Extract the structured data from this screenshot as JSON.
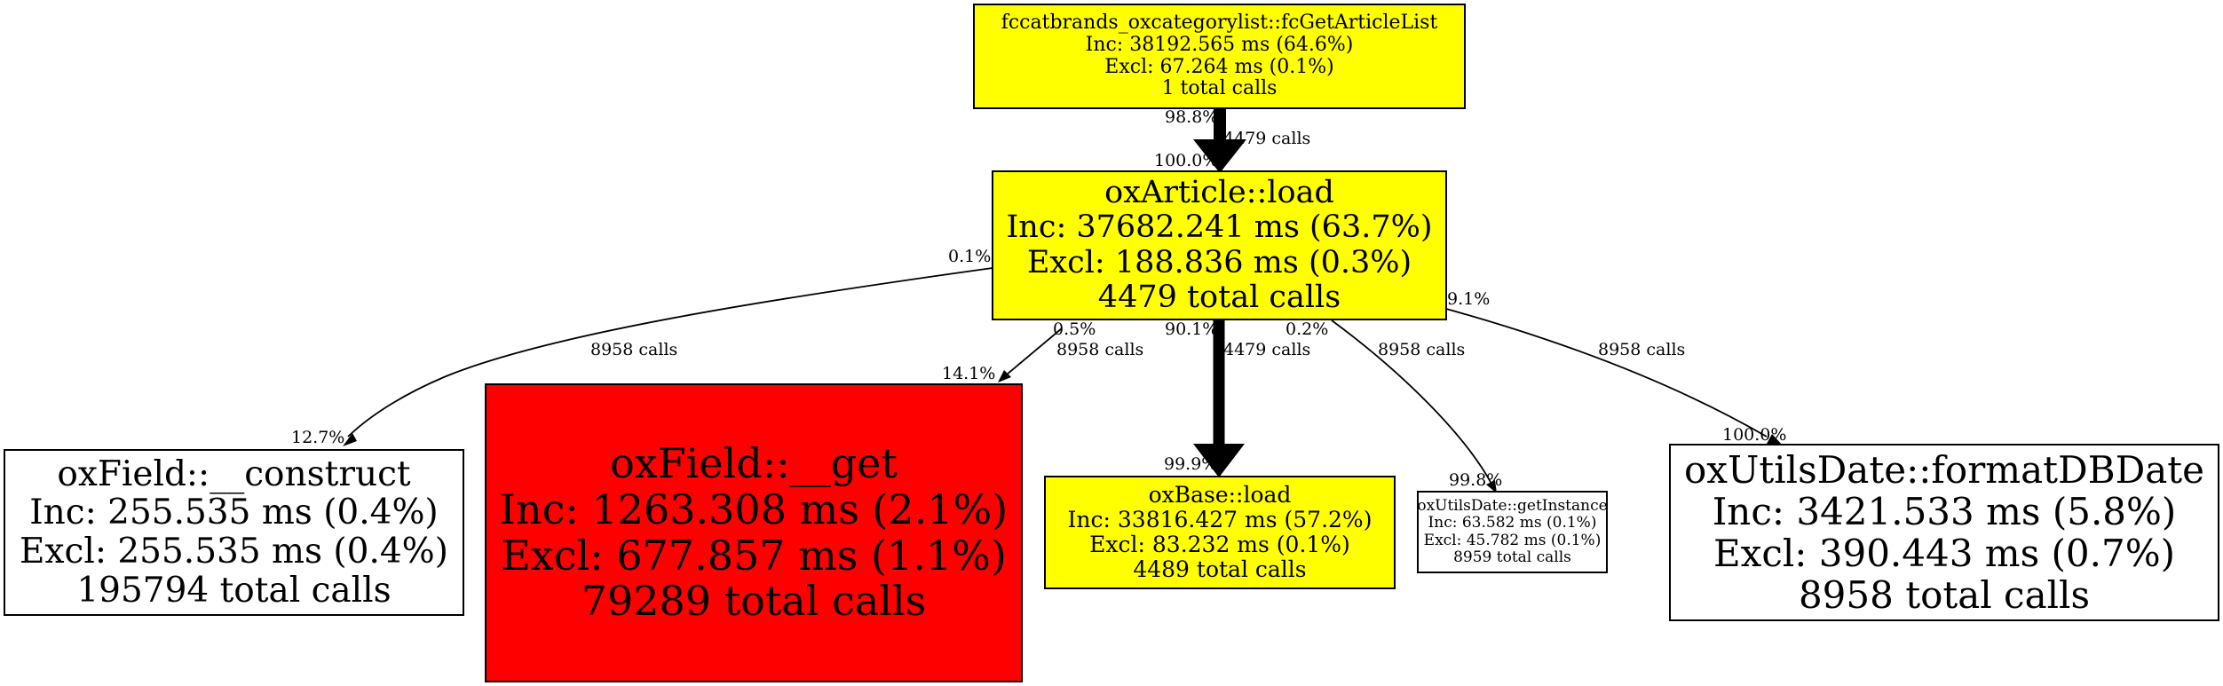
{
  "colors": {
    "hot": "#ff0000",
    "warm": "#ffff00",
    "cold": "#ffffff",
    "ink": "#000000"
  },
  "nodes": {
    "root": {
      "name": "fccatbrands_oxcategorylist::fcGetArticleList",
      "inc": "Inc: 38192.565 ms (64.6%)",
      "excl": "Excl: 67.264 ms (0.1%)",
      "calls": "1 total calls",
      "fill": "#ffff00"
    },
    "article_load": {
      "name": "oxArticle::load",
      "inc": "Inc: 37682.241 ms (63.7%)",
      "excl": "Excl: 188.836 ms (0.3%)",
      "calls": "4479 total calls",
      "fill": "#ffff00"
    },
    "field_construct": {
      "name": "oxField::__construct",
      "inc": "Inc: 255.535 ms (0.4%)",
      "excl": "Excl: 255.535 ms (0.4%)",
      "calls": "195794 total calls",
      "fill": "#ffffff"
    },
    "field_get": {
      "name": "oxField::__get",
      "inc": "Inc: 1263.308 ms (2.1%)",
      "excl": "Excl: 677.857 ms (1.1%)",
      "calls": "79289 total calls",
      "fill": "#ff0000"
    },
    "base_load": {
      "name": "oxBase::load",
      "inc": "Inc: 33816.427 ms (57.2%)",
      "excl": "Excl: 83.232 ms (0.1%)",
      "calls": "4489 total calls",
      "fill": "#ffff00"
    },
    "getinstance": {
      "name": "oxUtilsDate::getInstance",
      "inc": "Inc: 63.582 ms (0.1%)",
      "excl": "Excl: 45.782 ms (0.1%)",
      "calls": "8959 total calls",
      "fill": "#ffffff"
    },
    "formatdbdate": {
      "name": "oxUtilsDate::formatDBDate",
      "inc": "Inc: 3421.533 ms (5.8%)",
      "excl": "Excl: 390.443 ms (0.7%)",
      "calls": "8958 total calls",
      "fill": "#ffffff"
    }
  },
  "edges": [
    {
      "from": "root",
      "to": "article_load",
      "calls": "4479 calls",
      "tail_pct": "98.8%",
      "head_pct": "100.0%",
      "weight": "heavy"
    },
    {
      "from": "article_load",
      "to": "field_construct",
      "calls": "8958 calls",
      "tail_pct": "0.1%",
      "head_pct": "12.7%",
      "weight": "light"
    },
    {
      "from": "article_load",
      "to": "field_get",
      "calls": "8958 calls",
      "tail_pct": "0.5%",
      "head_pct": "14.1%",
      "weight": "light"
    },
    {
      "from": "article_load",
      "to": "base_load",
      "calls": "4479 calls",
      "tail_pct": "90.1%",
      "head_pct": "99.9%",
      "weight": "heavy"
    },
    {
      "from": "article_load",
      "to": "getinstance",
      "calls": "8958 calls",
      "tail_pct": "0.2%",
      "head_pct": "99.8%",
      "weight": "light"
    },
    {
      "from": "article_load",
      "to": "formatdbdate",
      "calls": "8958 calls",
      "tail_pct": "9.1%",
      "head_pct": "100.0%",
      "weight": "light"
    }
  ]
}
